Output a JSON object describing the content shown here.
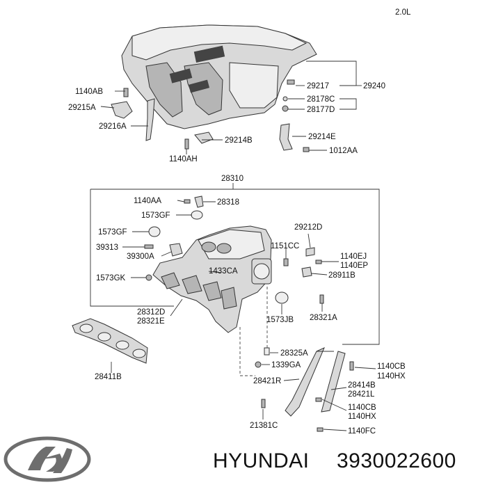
{
  "engine": "2.0L",
  "brand": "HYUNDAI",
  "part_number": "3930022600",
  "logo": "hyundai-logo",
  "callouts": {
    "c29240": "29240",
    "c1140AB": "1140AB",
    "c29217": "29217",
    "c28178C": "28178C",
    "c29215A": "29215A",
    "c28177D": "28177D",
    "c29216A": "29216A",
    "c29214E": "29214E",
    "c29214B": "29214B",
    "c1012AA": "1012AA",
    "c1140AH": "1140AH",
    "c28310": "28310",
    "c1140AA": "1140AA",
    "c28318": "28318",
    "c1573GF_top": "1573GF",
    "c1573GF_mid": "1573GF",
    "c29212D": "29212D",
    "c39313": "39313",
    "c1151CC": "1151CC",
    "c1140EJ": "1140EJ",
    "c39300A": "39300A",
    "c1140EP": "1140EP",
    "c1433CA": "1433CA",
    "c1573GK": "1573GK",
    "c28911B": "28911B",
    "c28312D": "28312D",
    "c28321E": "28321E",
    "c1573JB": "1573JB",
    "c28321A": "28321A",
    "c28325A": "28325A",
    "c1339GA": "1339GA",
    "c1140CB_a": "1140CB",
    "c1140HX_a": "1140HX",
    "c28411B": "28411B",
    "c28421R": "28421R",
    "c28414B": "28414B",
    "c28421L": "28421L",
    "c1140CB_b": "1140CB",
    "c1140HX_b": "1140HX",
    "c21381C": "21381C",
    "c1140FC": "1140FC"
  }
}
